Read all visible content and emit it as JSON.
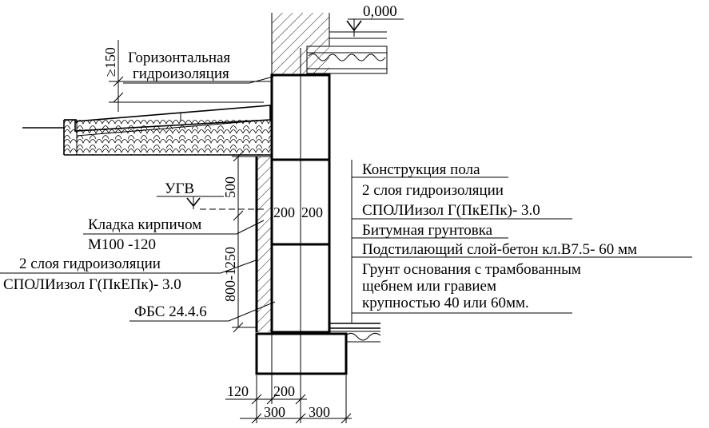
{
  "level_mark": "0,000",
  "labels": {
    "horizontal_waterproofing_1": "Горизонтальная",
    "horizontal_waterproofing_2": "гидроизоляция",
    "ugv": "УГВ",
    "brickwork_1": "Кладка кирпичом",
    "brickwork_2": "М100 -120",
    "waterproof_left_1": "2 слоя гидроизоляции",
    "waterproof_left_2": "СПОЛИизол Г(ПкЕПк)- 3.0",
    "fbs": "ФБС 24.4.6"
  },
  "floor_layers": [
    "Конструкция пола",
    "2 слоя гидроизоляции",
    "СПОЛИизол Г(ПкЕПк)- 3.0",
    "Битумная грунтовка",
    "Подстилающий слой-бетон кл.В7.5- 60 мм",
    "Грунт основания с трамбованным",
    "щебнем или гравием",
    "крупностью 40 или 60мм."
  ],
  "dimensions": {
    "v_150": "≥150",
    "v_500": "500",
    "v_800_1250": "800-1250",
    "wall_200_left": "200",
    "wall_200_right": "200",
    "b_120": "120",
    "b_200": "200",
    "b_300_left": "300",
    "b_300_right": "300"
  }
}
